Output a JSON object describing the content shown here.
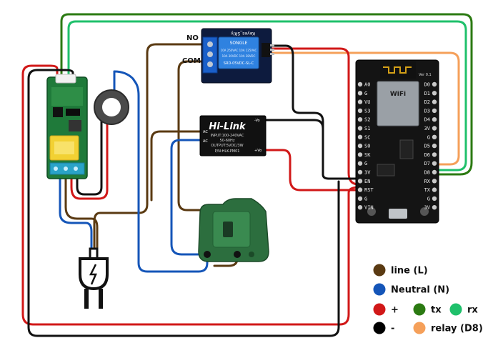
{
  "relay": {
    "no_label": "NO",
    "com_label": "COM",
    "brand_label": "Keyes_SRly",
    "maker_label": "SONGLE",
    "rating_line1": "10A 250VAC  10A 125VAC",
    "rating_line2": "10A 30VDC  10A 28VDC",
    "model_label": "SRD-05VDC-SL-C"
  },
  "hilink": {
    "logo": "Hi-Link",
    "input": "INPUT:100-240VAC",
    "freq": "50-60Hz",
    "output": "OUTPUT:5VDC/3W",
    "pn": "P/N:HLK-PM01",
    "ac1": "AC",
    "ac2": "AC",
    "vo_neg": "-Vo",
    "vo_pos": "+Vo"
  },
  "nodemcu": {
    "version": "Ver 0.1",
    "wifi": "WiFi",
    "left_pins": [
      "A0",
      "G",
      "VU",
      "S3",
      "S2",
      "S1",
      "SC",
      "S0",
      "SK",
      "G",
      "3V",
      "EN",
      "RST",
      "G",
      "VIN"
    ],
    "right_pins": [
      "D0",
      "D1",
      "D2",
      "D3",
      "D4",
      "3V",
      "G",
      "D5",
      "D6",
      "D7",
      "D8",
      "RX",
      "TX",
      "G",
      "3V"
    ]
  },
  "legend": [
    {
      "color": "#5a3a12",
      "label": "line (L)"
    },
    {
      "color": "#1455b8",
      "label": "Neutral  (N)"
    },
    {
      "color": "#d11818",
      "label": "+"
    },
    {
      "color": "#2b7a12",
      "label": "tx"
    },
    {
      "color": "#1fc06b",
      "label": "rx"
    },
    {
      "color": "#000000",
      "label": "-"
    },
    {
      "color": "#f5a05a",
      "label": "relay (D8)"
    }
  ],
  "wire_colors": {
    "line": "#5a3a12",
    "neutral": "#1455b8",
    "plus": "#d11818",
    "minus": "#111111",
    "tx": "#2b7a12",
    "rx": "#1fc06b",
    "relay": "#f5a05a"
  },
  "icons": {
    "plug": "plug-icon",
    "socket": "socket-icon",
    "current_transformer": "ct-coil-icon"
  }
}
